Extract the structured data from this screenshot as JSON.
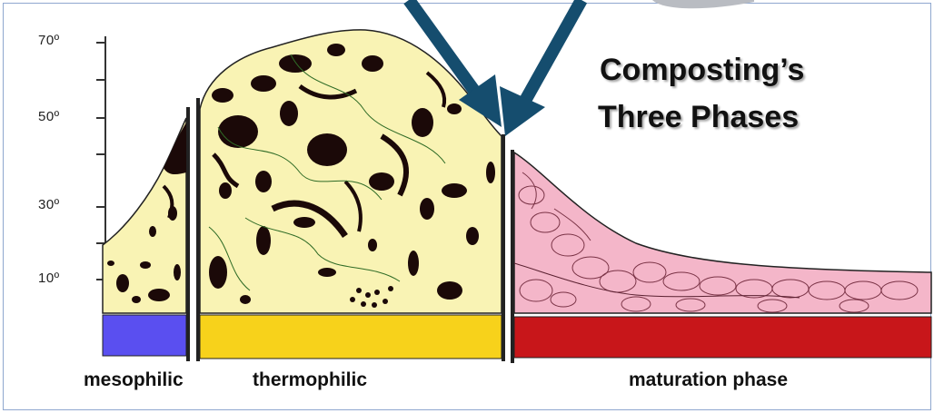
{
  "title": {
    "line1": "Composting’s",
    "line2": "Three Phases"
  },
  "temperature_axis": {
    "ticks": [
      {
        "label": "70º"
      },
      {
        "label": "50º"
      },
      {
        "label": "30º"
      },
      {
        "label": "10º"
      }
    ]
  },
  "phases": [
    {
      "label": "mesophilic",
      "bar_color": "#5a4ff0"
    },
    {
      "label": "thermophilic",
      "bar_color": "#f7d21b"
    },
    {
      "label": "maturation phase",
      "bar_color": "#c8161a"
    }
  ],
  "colors": {
    "compost_fill": "#f9f3b4",
    "particle": "#1b0908",
    "maturation_fill": "#f4b6c9",
    "arrow": "#154d6e"
  }
}
